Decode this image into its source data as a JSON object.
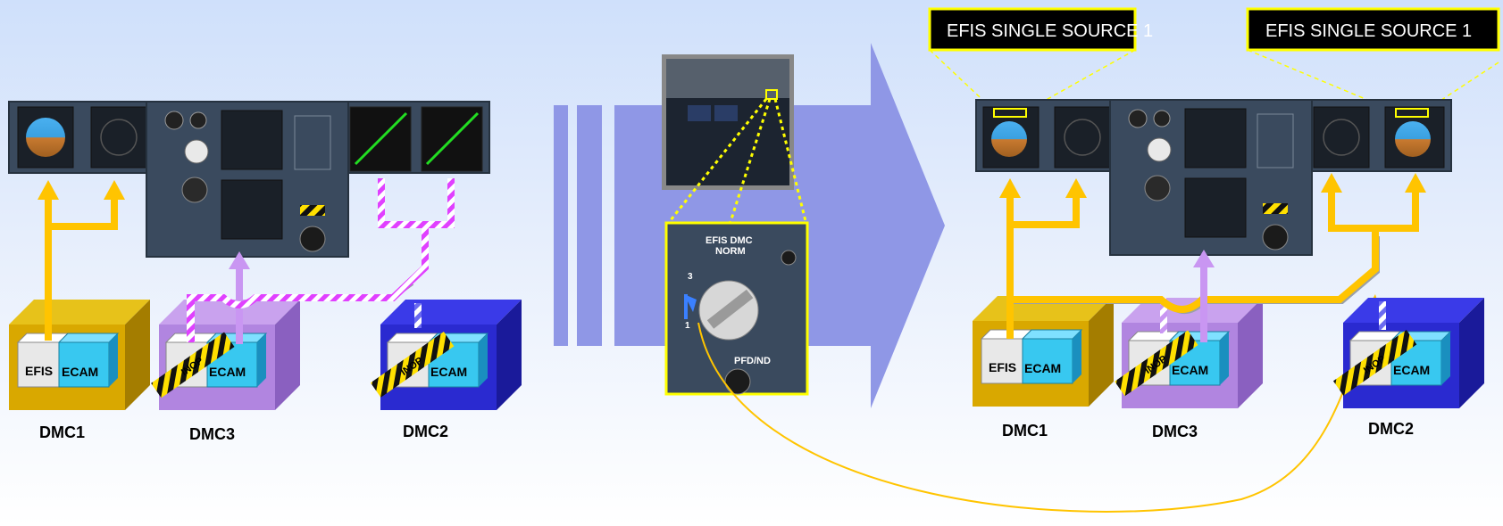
{
  "left": {
    "dmc1": {
      "label": "DMC1",
      "efis": "EFIS",
      "ecam": "ECAM"
    },
    "dmc3": {
      "label": "DMC3",
      "ecam": "ECAM",
      "inop": "INOP"
    },
    "dmc2": {
      "label": "DMC2",
      "ecam": "ECAM",
      "inop": "INOP"
    }
  },
  "center": {
    "switch_title_1": "EFIS DMC",
    "switch_title_2": "NORM",
    "switch_pos_3": "3",
    "switch_pos_1": "1",
    "switch_bottom": "PFD/ND"
  },
  "right": {
    "callout_left": "EFIS SINGLE SOURCE 1",
    "callout_right": "EFIS SINGLE SOURCE 1",
    "dmc1": {
      "label": "DMC1",
      "efis": "EFIS",
      "ecam": "ECAM"
    },
    "dmc3": {
      "label": "DMC3",
      "ecam": "ECAM",
      "inop": "INOP"
    },
    "dmc2": {
      "label": "DMC2",
      "ecam": "ECAM",
      "inop": "INOP"
    }
  },
  "colors": {
    "dmc1": "#d9a800",
    "dmc3": "#b185e0",
    "dmc2": "#2a2ad0",
    "ecam": "#38c8f0",
    "flow_yellow": "#ffc400",
    "flow_violet": "#c996f2",
    "failed_magenta": "#e040ff",
    "arrow_blue": "#8f97e6",
    "callout_border": "#ffff00",
    "panel": "#3a4a5e"
  }
}
